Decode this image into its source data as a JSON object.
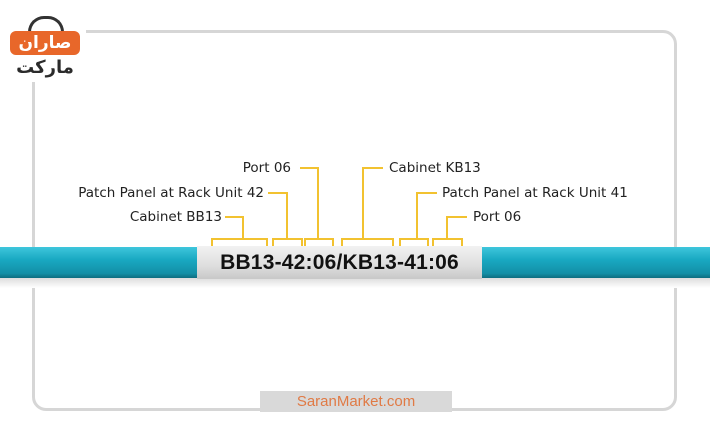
{
  "logo": {
    "line1": "صاران",
    "line2": "مارکت"
  },
  "cable_label": "BB13-42:06/KB13-41:06",
  "callouts": {
    "cabinet_bb13": "Cabinet BB13",
    "patch_panel_42": "Patch Panel at Rack Unit 42",
    "port_06_left": "Port 06",
    "cabinet_kb13": "Cabinet KB13",
    "patch_panel_41": "Patch Panel at Rack Unit 41",
    "port_06_right": "Port 06"
  },
  "website": "SaranMarket.com",
  "colors": {
    "cable": "#19a9c2",
    "callout_line": "#f2c230",
    "brand": "#e8672a"
  }
}
